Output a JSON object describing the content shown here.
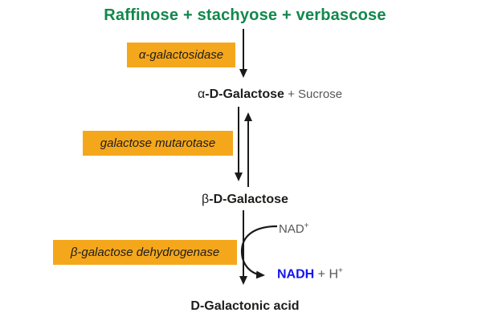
{
  "title": "Raffinose + stachyose + verbascose",
  "colors": {
    "title_green": "#12884B",
    "enzyme_box_orange": "#F5A71C",
    "nadh_blue": "#1515EF",
    "secondary_gray": "#575756",
    "text_black": "#1D1D1B"
  },
  "enzymes": {
    "step1": "α-galactosidase",
    "step2": "galactose mutarotase",
    "step3": "β-galactose dehydrogenase"
  },
  "compounds": {
    "alpha_d_galactose": {
      "greek": "α",
      "name": "-D-Galactose",
      "byproduct": " + Sucrose"
    },
    "beta_d_galactose": {
      "greek": "β",
      "name": "-D-Galactose"
    },
    "d_galactonic_acid": "D-Galactonic acid"
  },
  "cofactors": {
    "nad": {
      "base": "NAD",
      "sup": "+"
    },
    "nadh": {
      "base": "NADH"
    },
    "h": {
      "plus": " + ",
      "base": "H",
      "sup": "+"
    }
  }
}
